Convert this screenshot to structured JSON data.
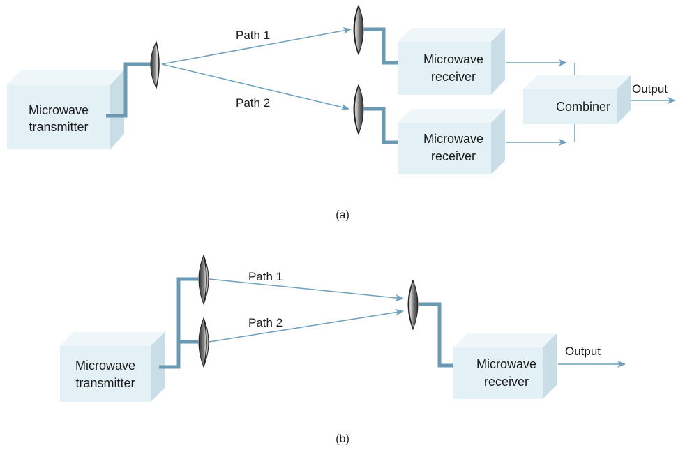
{
  "colors": {
    "box_front": "#e3f0f6",
    "box_top": "#eef6fa",
    "box_side": "#c9dde7",
    "thick_line": "#6b98b3",
    "thin_line": "#6f9fba",
    "dish_dark": "#3a3a3a",
    "dish_light": "#cfcfcf"
  },
  "icons": [
    "dish-antenna-icon",
    "arrow-icon"
  ],
  "diagram_a": {
    "caption": "(a)",
    "transmitter": {
      "line1": "Microwave",
      "line2": "transmitter"
    },
    "path1": "Path 1",
    "path2": "Path 2",
    "receiver_top": {
      "line1": "Microwave",
      "line2": "receiver"
    },
    "receiver_bottom": {
      "line1": "Microwave",
      "line2": "receiver"
    },
    "combiner": "Combiner",
    "output": "Output"
  },
  "diagram_b": {
    "caption": "(b)",
    "transmitter": {
      "line1": "Microwave",
      "line2": "transmitter"
    },
    "path1": "Path 1",
    "path2": "Path 2",
    "receiver": {
      "line1": "Microwave",
      "line2": "receiver"
    },
    "output": "Output"
  }
}
